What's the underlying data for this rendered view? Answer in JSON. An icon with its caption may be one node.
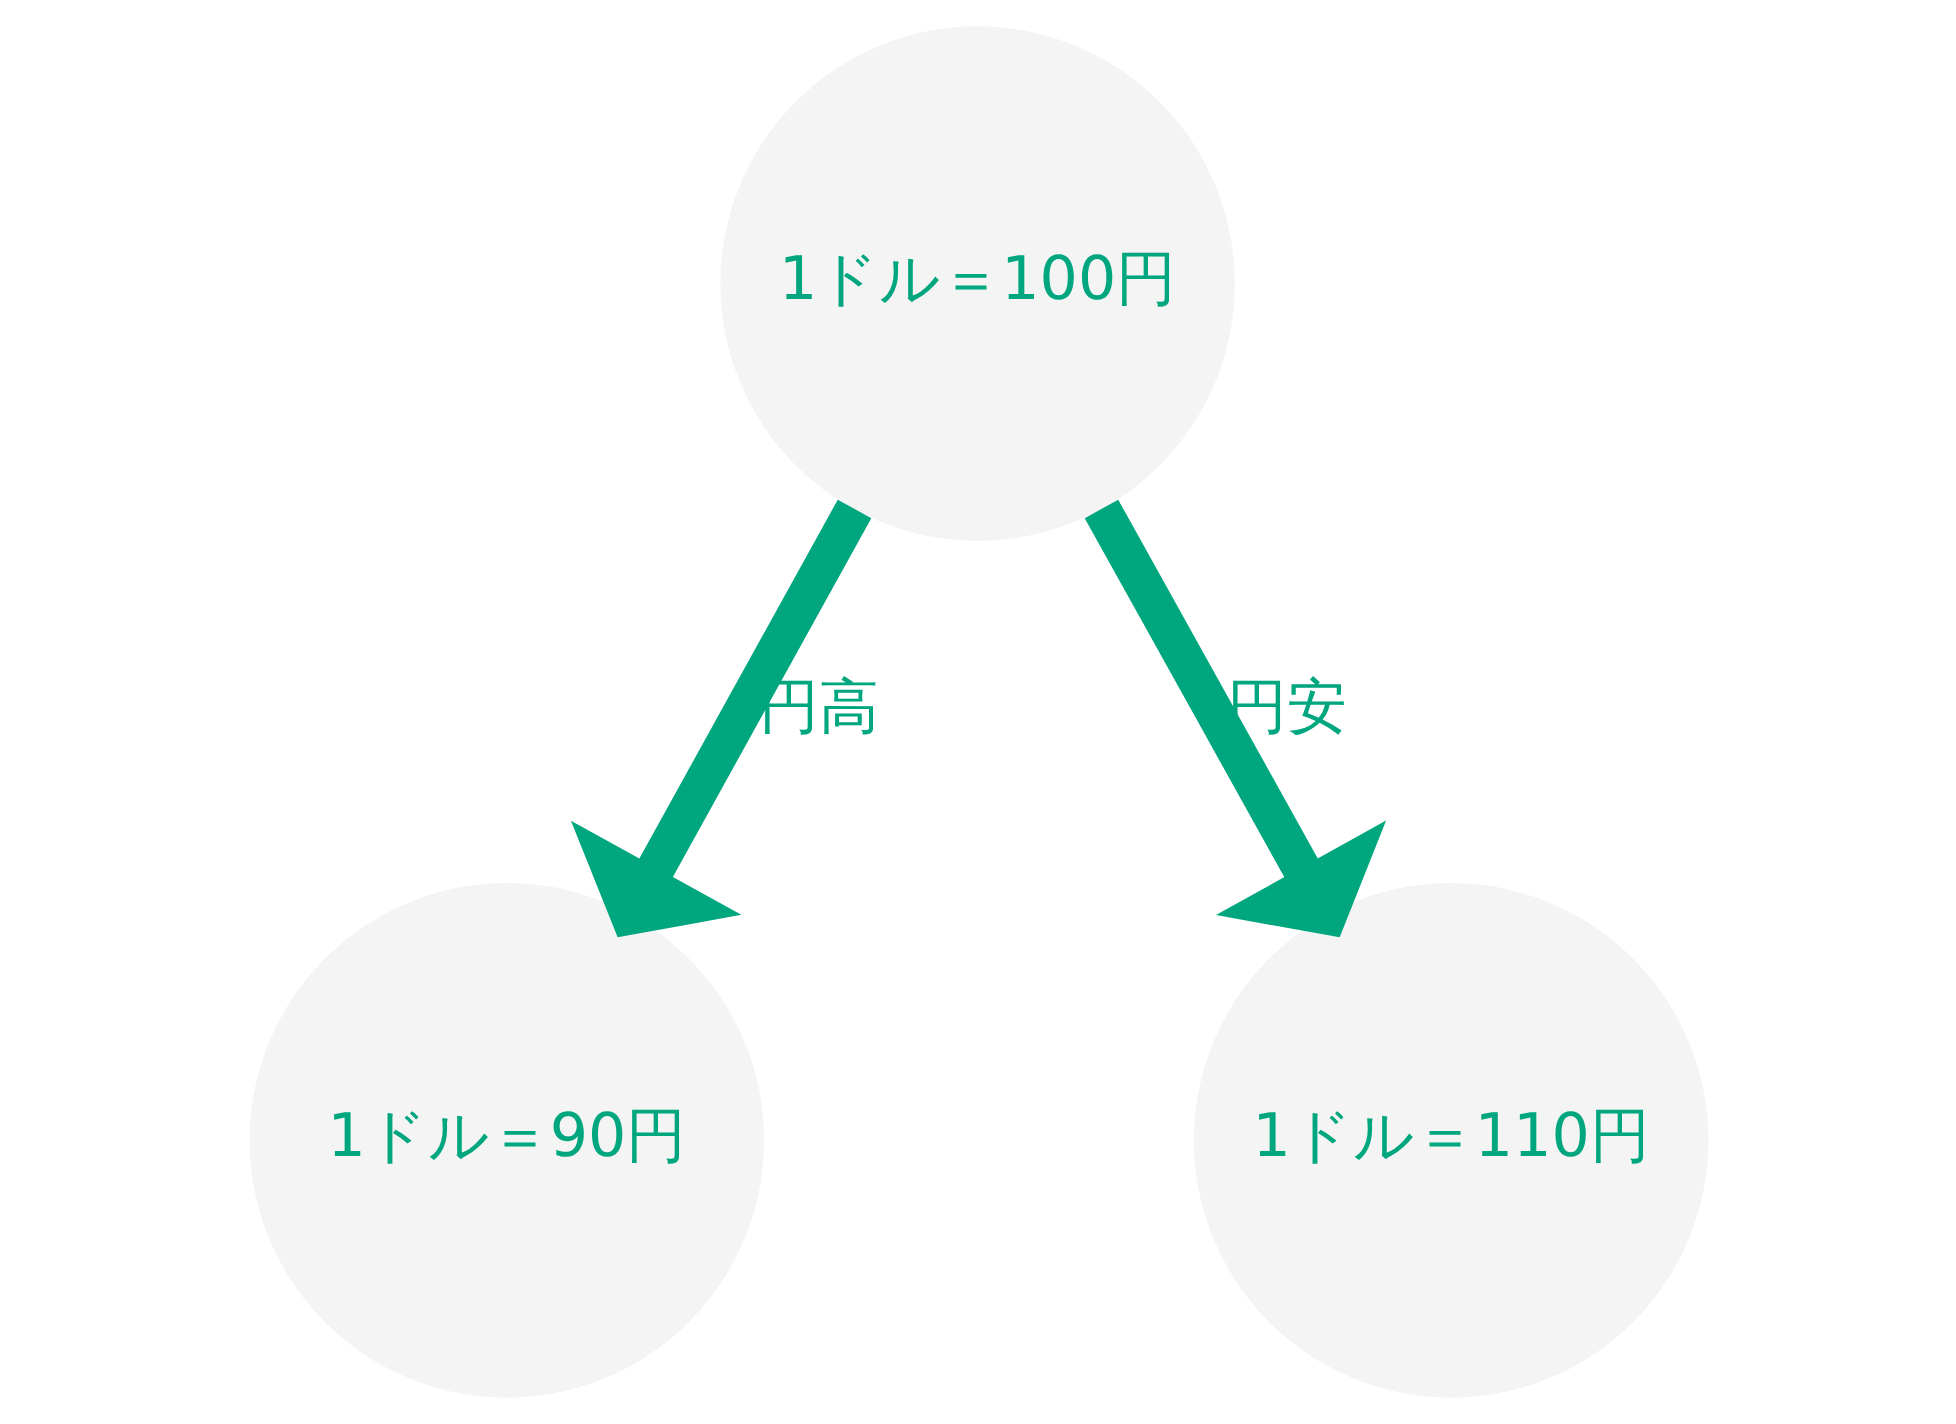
{
  "diagram": {
    "nodes": [
      {
        "text": [
          "1ドル＝100円"
        ]
      },
      {
        "text": [
          "1ドル＝90円"
        ]
      },
      {
        "text": [
          "1ドル＝110円"
        ]
      }
    ],
    "edges": [
      {
        "from": 0,
        "to": 1,
        "arrow": "to",
        "label": "円高"
      },
      {
        "from": 0,
        "to": 2,
        "arrow": "to",
        "label": "円安"
      }
    ]
  }
}
